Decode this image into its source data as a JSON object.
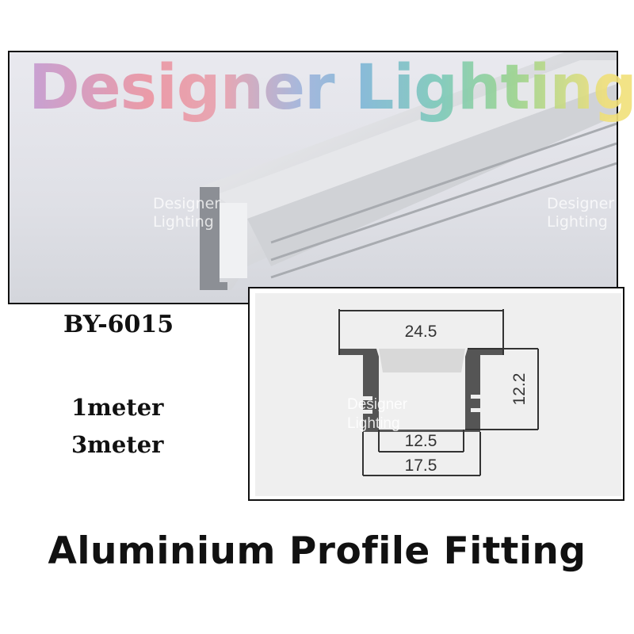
{
  "brand": {
    "logo_text": "Designer Lighting",
    "watermark_line1": "Designer",
    "watermark_line2": "Lighting"
  },
  "product": {
    "model": "BY-6015",
    "lengths": [
      "1meter",
      "3meter"
    ],
    "title": "Aluminium Profile Fitting"
  },
  "diagram": {
    "dimensions": {
      "top_width": "24.5",
      "height": "12.2",
      "inner_width": "12.5",
      "outer_width": "17.5"
    }
  },
  "colors": {
    "border": "#111111",
    "profile": "#555555",
    "diffuser": "#d8d8d8"
  }
}
